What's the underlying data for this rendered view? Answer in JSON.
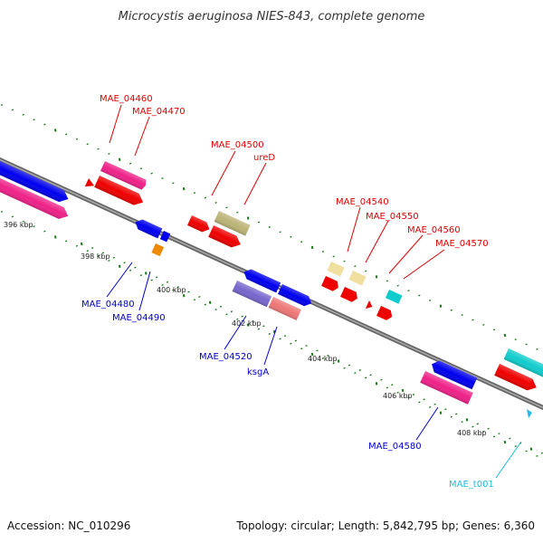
{
  "title": "Microcystis aeruginosa NIES-843, complete genome",
  "footer": {
    "accession": "Accession: NC_010296",
    "topology": "Topology: circular; Length: 5,842,795 bp; Genes: 6,360"
  },
  "colors": {
    "forward_label": "#e00000",
    "reverse_label": "#0000cc",
    "rna_label": "#22bbdd",
    "backbone": "#888888",
    "tick": "#1a7a1a",
    "gene_red": "#ee0000",
    "gene_pink": "#ee2288",
    "gene_blue": "#0000ee",
    "gene_olive": "#bbb377",
    "gene_purple": "#7766cc",
    "gene_salmon": "#ee7777",
    "gene_yellow": "#f0e0a0",
    "gene_cyan": "#11cccc",
    "gene_orange": "#ee8800"
  },
  "scale_labels": [
    "396 kbp",
    "398 kbp",
    "400 kbp",
    "402 kbp",
    "404 kbp",
    "406 kbp",
    "408 kbp"
  ],
  "gene_labels": {
    "forward": [
      "MAE_04460",
      "MAE_04470",
      "MAE_04500",
      "ureD",
      "MAE_04540",
      "MAE_04550",
      "MAE_04560",
      "MAE_04570"
    ],
    "reverse": [
      "MAE_04480",
      "MAE_04490",
      "MAE_04520",
      "ksgA",
      "MAE_04580"
    ],
    "rna": [
      "MAE_t001"
    ]
  }
}
